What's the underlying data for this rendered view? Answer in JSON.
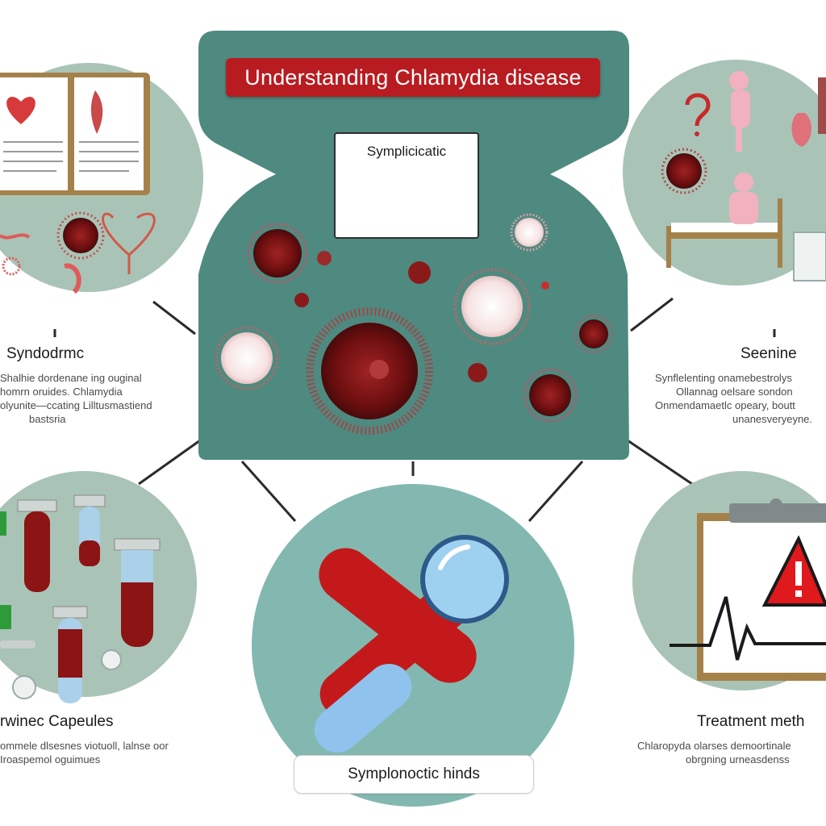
{
  "header": {
    "title": "Understanding Chlamydia disease"
  },
  "warning_card": {
    "label": "Symplicicatic"
  },
  "sections": {
    "top_left": {
      "title": "Syndodrmc",
      "lines": [
        "Shalhie dordenane ing ouginal",
        "homrn oruides. Chlamydia",
        "olyunite—ccating Lilltusmastiend",
        "bastsria"
      ]
    },
    "top_right": {
      "title": "Seenine",
      "lines": [
        "Synflelenting onamebestrolys",
        "Ollannag oelsare sondon",
        "Onmendamaetlc opeary, boutt",
        "unanesveryeyne."
      ]
    },
    "bottom_left": {
      "title": "rwinec Capeules",
      "lines": [
        "ommele dlsesnes viotuoll, lalnse oor",
        "Iroaspemol oguimues"
      ]
    },
    "bottom_right": {
      "title": "Treatment meth",
      "lines": [
        "Chlaropyda olarses demoortinale",
        "obrgning urneasdenss"
      ]
    },
    "bottom_center": {
      "caption": "Symplonoctic hinds"
    }
  },
  "colors": {
    "teal_dark": "#4e8a80",
    "teal_circle": "#a7c3b5",
    "accent_red": "#b81c20",
    "bacteria_red": "#8c1414",
    "bg": "#ffffff"
  },
  "icons": [
    "warning-icon",
    "magnifier-icon",
    "test-tube-icon",
    "heart-icon",
    "bacteria-icon",
    "ecg-icon",
    "bed-icon",
    "question-icon"
  ]
}
